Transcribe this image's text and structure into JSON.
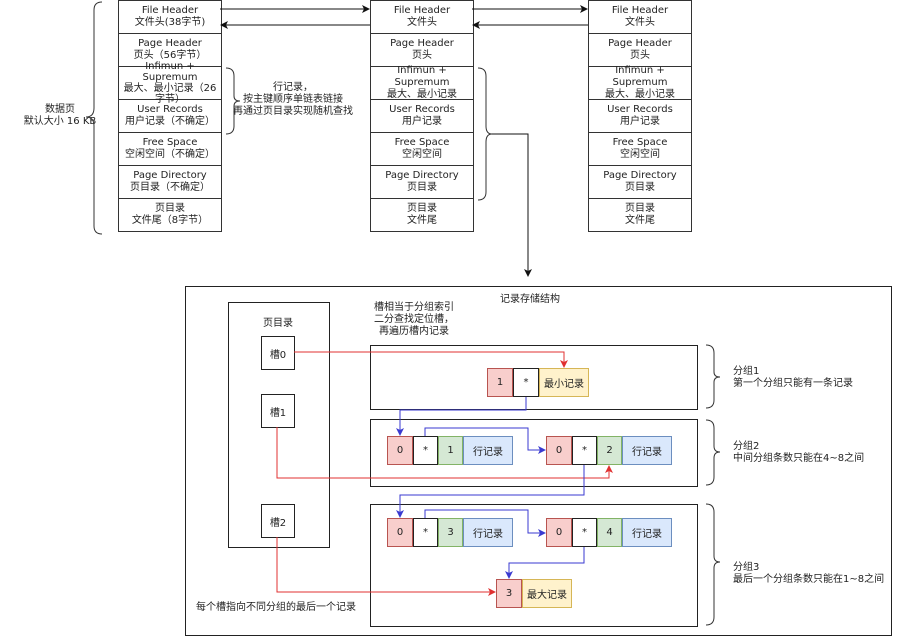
{
  "page_label": [
    "数据页",
    "默认大小 16 KB"
  ],
  "pages": [
    {
      "cells": [
        [
          "File Header",
          "文件头(38字节)"
        ],
        [
          "Page Header",
          "页头（56字节）"
        ],
        [
          "Infimun + Supremum",
          "最大、最小记录（26",
          "字节）"
        ],
        [
          "User Records",
          "用户记录（不确定）"
        ],
        [
          "Free Space",
          "空闲空间（不确定）"
        ],
        [
          "Page Directory",
          "页目录（不确定）"
        ],
        [
          "页目录",
          "文件尾（8字节）"
        ]
      ]
    },
    {
      "cells": [
        [
          "File Header",
          "文件头"
        ],
        [
          "Page Header",
          "页头"
        ],
        [
          "Infimun + Supremum",
          "最大、最小记录"
        ],
        [
          "User Records",
          "用户记录"
        ],
        [
          "Free Space",
          "空闲空间"
        ],
        [
          "Page Directory",
          "页目录"
        ],
        [
          "页目录",
          "文件尾"
        ]
      ]
    },
    {
      "cells": [
        [
          "File Header",
          "文件头"
        ],
        [
          "Page Header",
          "页头"
        ],
        [
          "Infimun + Supremum",
          "最大、最小记录"
        ],
        [
          "User Records",
          "用户记录"
        ],
        [
          "Free Space",
          "空闲空间"
        ],
        [
          "Page Directory",
          "页目录"
        ],
        [
          "页目录",
          "文件尾"
        ]
      ]
    }
  ],
  "row_note": [
    "行记录，",
    "按主键顺序单链表链接",
    "再通过页目录实现随机查找"
  ],
  "storage": {
    "title": "记录存储结构",
    "directory_title": "页目录",
    "slots": [
      "槽0",
      "槽1",
      "槽2"
    ],
    "slot_note": [
      "槽相当于分组索引",
      "二分查找定位槽，",
      "再遍历槽内记录"
    ],
    "bottom_note": "每个槽指向不同分组的最后一个记录",
    "groups": [
      {
        "label": "分组1",
        "desc": "第一个分组只能有一条记录"
      },
      {
        "label": "分组2",
        "desc": "中间分组条数只能在4~8之间"
      },
      {
        "label": "分组3",
        "desc": "最后一个分组条数只能在1~8之间"
      }
    ],
    "records": {
      "min": {
        "owned": "1",
        "ptr": "*",
        "label": "最小记录"
      },
      "g2a": {
        "owned": "0",
        "ptr": "*",
        "key": "1",
        "label": "行记录"
      },
      "g2b": {
        "owned": "0",
        "ptr": "*",
        "key": "2",
        "label": "行记录"
      },
      "g3a": {
        "owned": "0",
        "ptr": "*",
        "key": "3",
        "label": "行记录"
      },
      "g3b": {
        "owned": "0",
        "ptr": "*",
        "key": "4",
        "label": "行记录"
      },
      "max": {
        "owned": "3",
        "label": "最大记录"
      }
    }
  },
  "colors": {
    "slot_arrow": "#e03030",
    "next_arrow": "#3a3ad0",
    "owned_fill": "#f8cecc",
    "key_fill": "#d5e8d4",
    "row_fill": "#dae8fc",
    "special_fill": "#fff2cc"
  }
}
